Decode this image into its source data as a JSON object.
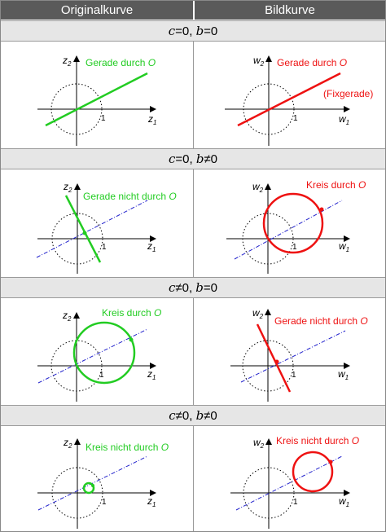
{
  "headers": {
    "left": "Originalkurve",
    "right": "Bildkurve"
  },
  "rows": [
    {
      "title": {
        "c": "c",
        "c_rel": "=0, ",
        "b": "b",
        "b_rel": "=0"
      },
      "left": {
        "label": "Gerade durch ",
        "label_O": "O",
        "note": "",
        "axis_x": "z",
        "axis_y": "z",
        "tick": "1"
      },
      "right": {
        "label": "Gerade durch ",
        "label_O": "O",
        "note": "(Fixgerade)",
        "axis_x": "w",
        "axis_y": "w",
        "tick": "1"
      }
    },
    {
      "title": {
        "c": "c",
        "c_rel": "=0, ",
        "b": "b",
        "b_rel": "≠0"
      },
      "left": {
        "label": "Gerade nicht durch ",
        "label_O": "O",
        "note": "",
        "axis_x": "z",
        "axis_y": "z",
        "tick": "1"
      },
      "right": {
        "label": "Kreis durch ",
        "label_O": "O",
        "note": "",
        "axis_x": "w",
        "axis_y": "w",
        "tick": "1"
      }
    },
    {
      "title": {
        "c": "c",
        "c_rel": "≠0, ",
        "b": "b",
        "b_rel": "=0"
      },
      "left": {
        "label": "Kreis durch ",
        "label_O": "O",
        "note": "",
        "axis_x": "z",
        "axis_y": "z",
        "tick": "1"
      },
      "right": {
        "label": "Gerade nicht durch ",
        "label_O": "O",
        "note": "",
        "axis_x": "w",
        "axis_y": "w",
        "tick": "1"
      }
    },
    {
      "title": {
        "c": "c",
        "c_rel": "≠0, ",
        "b": "b",
        "b_rel": "≠0"
      },
      "left": {
        "label": "Kreis nicht durch ",
        "label_O": "O",
        "note": "",
        "axis_x": "z",
        "axis_y": "z",
        "tick": "1"
      },
      "right": {
        "label": "Kreis nicht durch ",
        "label_O": "O",
        "note": "",
        "axis_x": "w",
        "axis_y": "w",
        "tick": "1"
      }
    }
  ],
  "subscripts": {
    "one": "1",
    "two": "2"
  },
  "colors": {
    "original": "#22cc22",
    "image": "#ee1111",
    "helper": "#2222cc",
    "header_bg": "#5a5a5a",
    "row_bg": "#e6e6e6"
  }
}
